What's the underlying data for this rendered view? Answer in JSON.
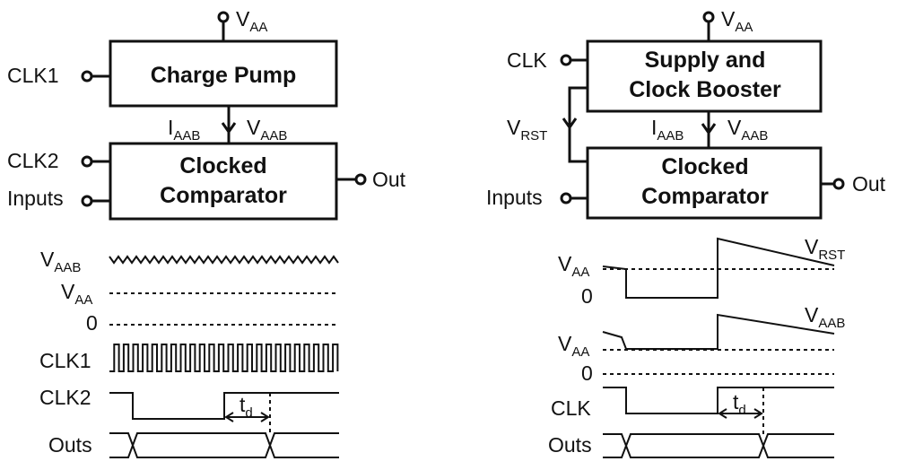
{
  "left": {
    "supply": {
      "main": "V",
      "sub": "AA"
    },
    "block1": "Charge Pump",
    "block2_line1": "Clocked",
    "block2_line2": "Comparator",
    "in_clk1": "CLK1",
    "in_clk2": "CLK2",
    "in_inputs": "Inputs",
    "out": "Out",
    "current": {
      "main": "I",
      "sub": "AAB"
    },
    "voltage": {
      "main": "V",
      "sub": "AAB"
    },
    "waves": {
      "vaab": {
        "main": "V",
        "sub": "AAB"
      },
      "vaa": {
        "main": "V",
        "sub": "AA"
      },
      "zero": "0",
      "clk1": "CLK1",
      "clk2": "CLK2",
      "outs": "Outs",
      "td": {
        "main": "t",
        "sub": "d"
      }
    }
  },
  "right": {
    "supply": {
      "main": "V",
      "sub": "AA"
    },
    "block1_line1": "Supply and",
    "block1_line2": "Clock Booster",
    "block2_line1": "Clocked",
    "block2_line2": "Comparator",
    "in_clk": "CLK",
    "in_inputs": "Inputs",
    "out": "Out",
    "vrst": {
      "main": "V",
      "sub": "RST"
    },
    "current": {
      "main": "I",
      "sub": "AAB"
    },
    "voltage": {
      "main": "V",
      "sub": "AAB"
    },
    "waves": {
      "vrst": {
        "main": "V",
        "sub": "RST"
      },
      "vaa1": {
        "main": "V",
        "sub": "AA"
      },
      "zero1": "0",
      "vaab": {
        "main": "V",
        "sub": "AAB"
      },
      "vaa2": {
        "main": "V",
        "sub": "AA"
      },
      "zero2": "0",
      "clk": "CLK",
      "outs": "Outs",
      "td": {
        "main": "t",
        "sub": "d"
      }
    }
  }
}
